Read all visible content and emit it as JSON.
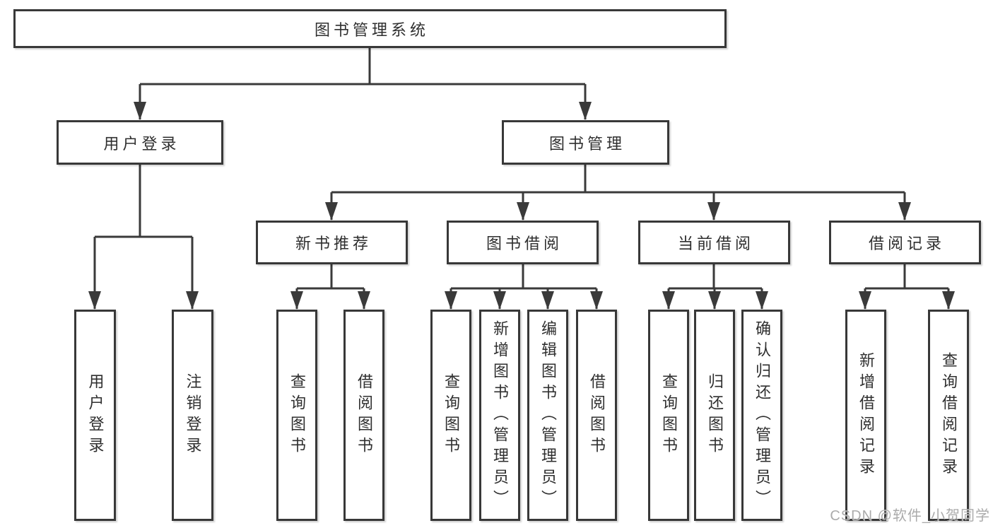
{
  "tree": {
    "root": {
      "label": "图书管理系统",
      "children": [
        {
          "label": "用户登录",
          "children": [
            {
              "label": "用户登录"
            },
            {
              "label": "注销登录"
            }
          ]
        },
        {
          "label": "图书管理",
          "children": [
            {
              "label": "新书推荐",
              "children": [
                {
                  "label": "查询图书"
                },
                {
                  "label": "借阅图书"
                }
              ]
            },
            {
              "label": "图书借阅",
              "children": [
                {
                  "label": "查询图书"
                },
                {
                  "label": "新增图书（管理员）"
                },
                {
                  "label": "编辑图书（管理员）"
                },
                {
                  "label": "借阅图书"
                }
              ]
            },
            {
              "label": "当前借阅",
              "children": [
                {
                  "label": "查询图书"
                },
                {
                  "label": "归还图书"
                },
                {
                  "label": "确认归还（管理员）"
                }
              ]
            },
            {
              "label": "借阅记录",
              "children": [
                {
                  "label": "新增借阅记录"
                },
                {
                  "label": "查询借阅记录"
                }
              ]
            }
          ]
        }
      ]
    }
  },
  "watermark": {
    "text": "CSDN @软件_小贺同学"
  },
  "colors": {
    "box_border": "#383838",
    "connector": "#3a3a3a",
    "label_text": "#2f2f2f",
    "watermark_text": "#ababab",
    "background": "#ffffff"
  }
}
